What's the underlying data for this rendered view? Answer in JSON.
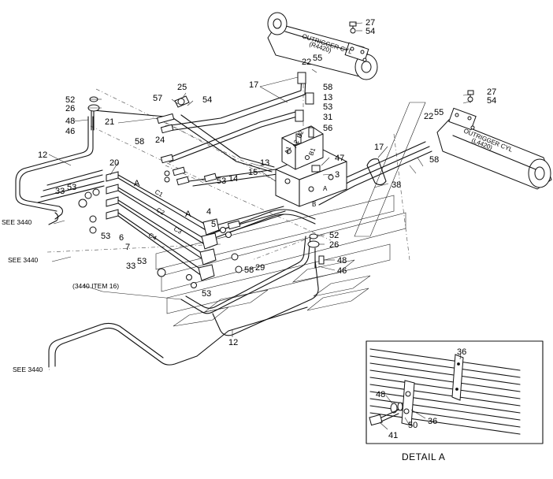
{
  "callouts": {
    "c27a": "27",
    "c54a": "54",
    "c22a": "22",
    "c55a": "55",
    "c58a": "58",
    "c17a": "17",
    "c13a": "13",
    "c53a": "53",
    "c31": "31",
    "c56": "56",
    "c25": "25",
    "c57": "57",
    "c54b": "54",
    "c52a": "52",
    "c26a": "26",
    "c48a": "48",
    "c46a": "46",
    "c21": "21",
    "c12a": "12",
    "c20": "20",
    "c58b": "58",
    "c24": "24",
    "c47": "47",
    "c13b": "13",
    "c3": "3",
    "c14": "14",
    "c15": "15",
    "c53b": "53",
    "c27b": "27",
    "c54c": "54",
    "c22b": "22",
    "c55b": "55",
    "c17b": "17",
    "c58c": "58",
    "c38": "38",
    "c33a": "33",
    "c53c": "53",
    "cA1": "A",
    "cA2": "A",
    "c4": "4",
    "c5": "5",
    "c52b": "52",
    "c26b": "26",
    "c53d": "53",
    "c6": "6",
    "c7": "7",
    "c48b": "48",
    "c46b": "46",
    "c33b": "33",
    "c53e": "53",
    "c58d": "58",
    "c29": "29",
    "c53f": "53",
    "c12b": "12",
    "c36a": "36",
    "c48c": "48",
    "c50": "50",
    "c36b": "36",
    "c41": "41"
  },
  "references": {
    "see1": "SEE 3440",
    "see2": "SEE 3440",
    "see3": "SEE 3440",
    "item16": "(3440 ITEM 16)"
  },
  "cylinder_labels": {
    "upper_line1": "OUTRIGGER CYL",
    "upper_line2": "(R4420)",
    "lower_line1": "OUTRIGGER CYL",
    "lower_line2": "(L4420)"
  },
  "port_labels": {
    "b2": "B2",
    "a2": "A2",
    "b1": "B1",
    "a1": "A1",
    "c1": "C1",
    "c2": "C2",
    "c3": "C3",
    "c4": "C4",
    "bport": "B",
    "aport": "A"
  },
  "detail_title": "DETAIL A"
}
